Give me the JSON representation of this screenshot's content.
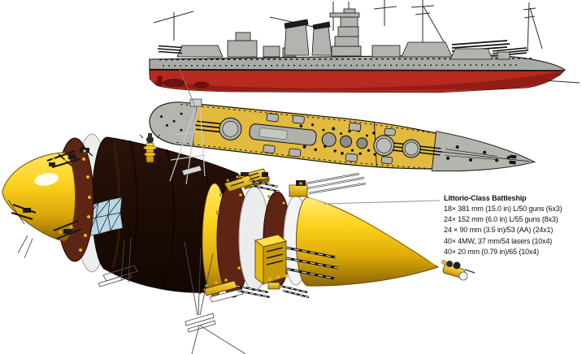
{
  "annotation": {
    "title": "Littorio-Class Battleship",
    "specs": [
      "18× 381 mm (15.0 in) L/50 guns (6x3)",
      "24× 152 mm (6.0 in) L/55 guns (8x3)",
      "24 × 90 mm (3.5 in)/53 (AA) (24x1)",
      "40× 4MW, 37 mm/54 lasers (10x4)",
      "40× 20 mm (0.79 in)/65 (10x4)"
    ]
  },
  "colors": {
    "hull_gray": "#a9aca6",
    "superstructure_gray": "#b2b5af",
    "hull_red": "#b8291f",
    "hull_red_dark": "#8a1c15",
    "deck_yellow": "#e2ba3e",
    "deck_gray": "#b5b5af",
    "ring_brown": "#5e2414",
    "body_dark": "#1d0c05",
    "ring_white": "#ededed",
    "panel_blue": "#b7d7e4",
    "ship_yellow": "#fcd21d",
    "background": "#ffffff"
  }
}
